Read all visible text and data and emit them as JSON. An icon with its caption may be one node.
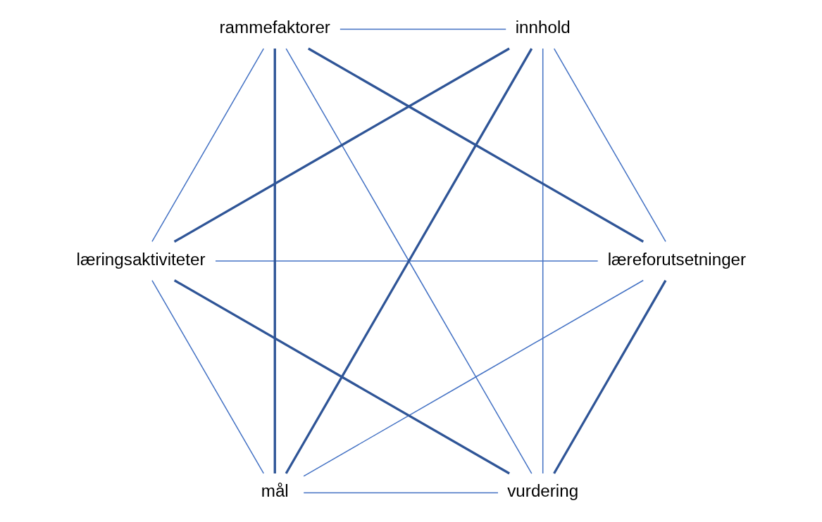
{
  "diagram": {
    "nodes": [
      {
        "text": [
          "vurdering"
        ]
      },
      {
        "text": [
          "læreforutsetninger"
        ]
      },
      {
        "text": [
          "læringsaktiviteter"
        ]
      },
      {
        "text": [
          "rammefaktorer"
        ]
      },
      {
        "text": [
          "innhold"
        ]
      },
      {
        "text": [
          "mål"
        ]
      }
    ],
    "edges": [
      {
        "from": 0,
        "to": 1,
        "arrow": "none",
        "style": "thick",
        "color": "#2f5597"
      },
      {
        "from": 1,
        "to": 3,
        "arrow": "none",
        "style": "thick",
        "color": "#2f5597"
      },
      {
        "from": 3,
        "to": 5,
        "arrow": "none",
        "style": "thick",
        "color": "#2f5597"
      },
      {
        "from": 5,
        "to": 4,
        "arrow": "none",
        "style": "thick",
        "color": "#2f5597"
      },
      {
        "from": 4,
        "to": 2,
        "arrow": "none",
        "style": "thick",
        "color": "#2f5597"
      },
      {
        "from": 2,
        "to": 0,
        "arrow": "none",
        "style": "thick",
        "color": "#2f5597"
      },
      {
        "from": 0,
        "to": 3,
        "arrow": "none"
      },
      {
        "from": 0,
        "to": 4,
        "arrow": "none"
      },
      {
        "from": 0,
        "to": 5,
        "arrow": "none"
      },
      {
        "from": 1,
        "to": 2,
        "arrow": "none"
      },
      {
        "from": 1,
        "to": 4,
        "arrow": "none"
      },
      {
        "from": 1,
        "to": 5,
        "arrow": "none"
      },
      {
        "from": 2,
        "to": 3,
        "arrow": "none"
      },
      {
        "from": 2,
        "to": 5,
        "arrow": "none"
      },
      {
        "from": 3,
        "to": 4,
        "arrow": "none"
      }
    ]
  }
}
